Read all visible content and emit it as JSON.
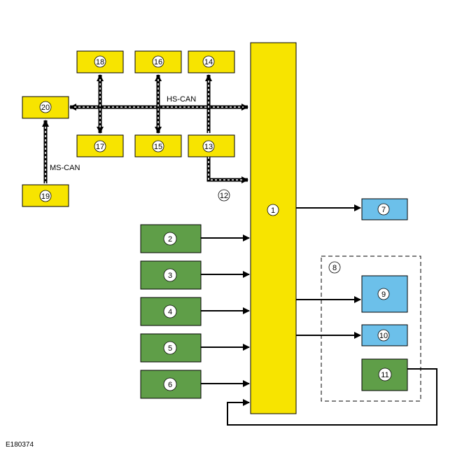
{
  "diagram": {
    "reference": "E180374",
    "bus_labels": {
      "hs_can": "HS-CAN",
      "ms_can": "MS-CAN"
    },
    "callouts": {
      "c1": "1",
      "c2": "2",
      "c3": "3",
      "c4": "4",
      "c5": "5",
      "c6": "6",
      "c7": "7",
      "c8": "8",
      "c9": "9",
      "c10": "10",
      "c11": "11",
      "c12": "12",
      "c13": "13",
      "c14": "14",
      "c15": "15",
      "c16": "16",
      "c17": "17",
      "c18": "18",
      "c19": "19",
      "c20": "20"
    },
    "colors": {
      "yellow": "#f7e400",
      "green": "#5f9e48",
      "blue": "#6cc0ea",
      "outline": "#000000",
      "background": "#ffffff"
    }
  }
}
